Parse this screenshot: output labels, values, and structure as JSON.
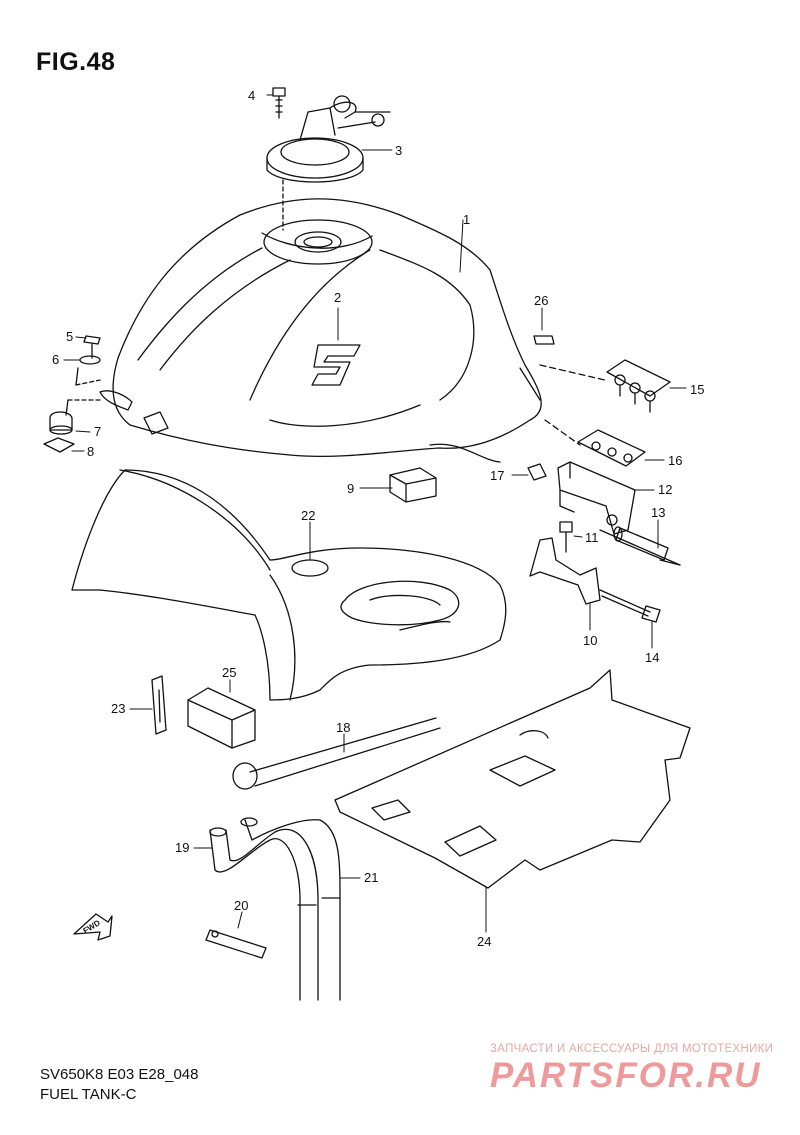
{
  "figure_title": "FIG.48",
  "model_code": "SV650K8 E03 E28_048",
  "section_name": "FUEL TANK-C",
  "watermark": {
    "caption": "ЗАПЧАСТИ И АКСЕССУАРЫ ДЛЯ МОТОТЕХНИКИ",
    "logo": "PARTSFOR.RU"
  },
  "fwd_label": "FWD",
  "callouts": [
    "1",
    "2",
    "3",
    "4",
    "5",
    "6",
    "7",
    "8",
    "9",
    "10",
    "11",
    "12",
    "13",
    "14",
    "15",
    "16",
    "17",
    "18",
    "19",
    "20",
    "21",
    "22",
    "23",
    "24",
    "25",
    "26"
  ],
  "colors": {
    "line": "#111111",
    "watermark": "#ee9a9a"
  }
}
